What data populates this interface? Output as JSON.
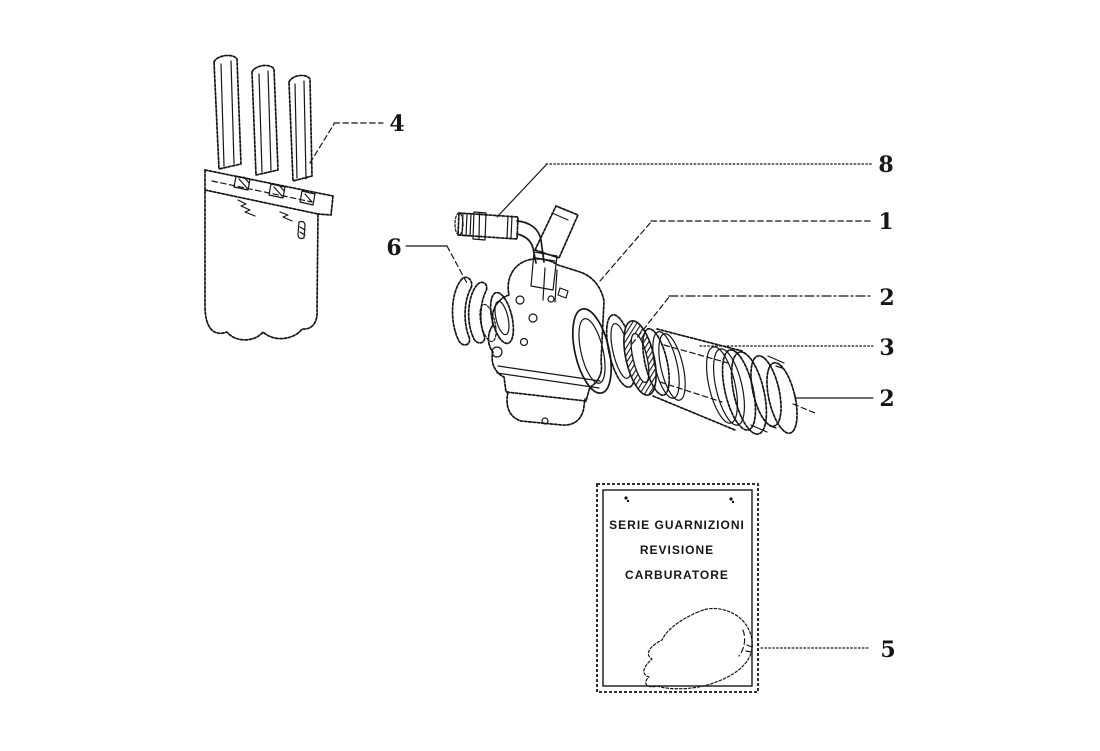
{
  "palette": {
    "background": "#ffffff",
    "ink": "#161616"
  },
  "callouts": {
    "c4": {
      "label": "4"
    },
    "c8": {
      "label": "8"
    },
    "c1": {
      "label": "1"
    },
    "c6": {
      "label": "6"
    },
    "c2_upper": {
      "label": "2"
    },
    "c3": {
      "label": "3"
    },
    "c2_lower": {
      "label": "2"
    },
    "c5": {
      "label": "5"
    }
  },
  "gasket_kit_box": {
    "line1": "SERIE GUARNIZIONI",
    "line2": "REVISIONE",
    "line3": "CARBURATORE"
  }
}
